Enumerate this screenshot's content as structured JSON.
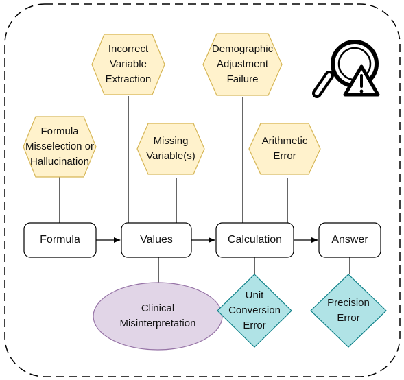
{
  "steps": [
    {
      "label": "Formula"
    },
    {
      "label": "Values"
    },
    {
      "label": "Calculation"
    },
    {
      "label": "Answer"
    }
  ],
  "error_hexagons": [
    {
      "label": "Formula\nMisselection or\nHallucination",
      "attached_to": "Formula"
    },
    {
      "label": "Incorrect\nVariable\nExtraction",
      "attached_to": "Values"
    },
    {
      "label": "Missing\nVariable(s)",
      "attached_to": "Values"
    },
    {
      "label": "Demographic\nAdjustment\nFailure",
      "attached_to": "Calculation"
    },
    {
      "label": "Arithmetic\nError",
      "attached_to": "Calculation"
    }
  ],
  "error_ellipses": [
    {
      "label": "Clinical\nMisinterpretation",
      "attached_to": "Values"
    }
  ],
  "error_diamonds": [
    {
      "label": "Unit\nConversion\nError",
      "attached_to": "Calculation"
    },
    {
      "label": "Precision\nError",
      "attached_to": "Answer"
    }
  ],
  "icon": "magnifier-warning-icon",
  "colors": {
    "hexagon_fill": "#fff2cc",
    "hexagon_stroke": "#d6b656",
    "ellipse_fill": "#e1d5e7",
    "ellipse_stroke": "#9673a6",
    "diamond_fill": "#b0e3e6",
    "diamond_stroke": "#0e8088",
    "line": "#000000"
  }
}
